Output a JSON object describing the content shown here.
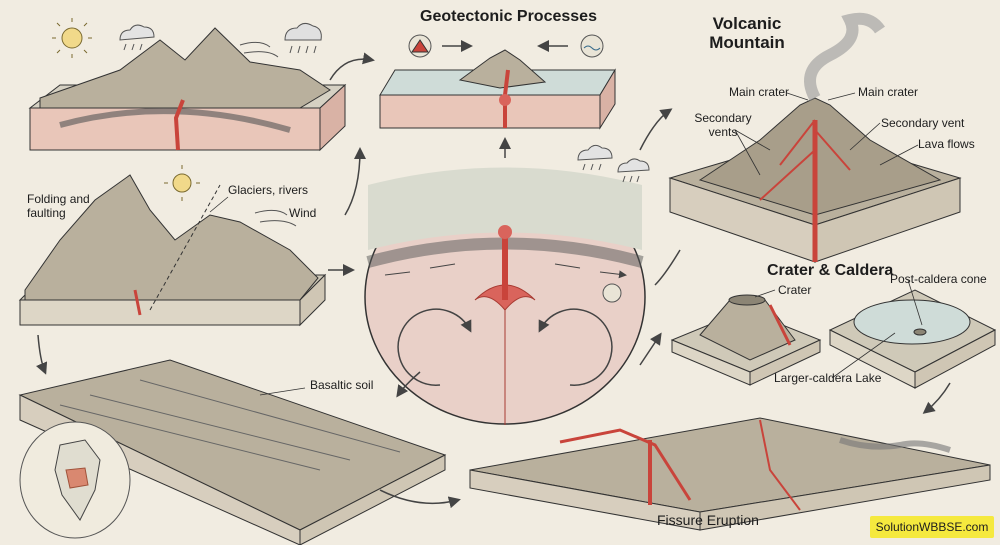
{
  "diagram": {
    "main_title": "Geotectonic Processes",
    "volcanic_title": "Volcanic Mountain",
    "crater_caldera_title": "Crater & Caldera",
    "labels": {
      "folding_faulting": "Folding and faulting",
      "glaciers_rivers": "Glaciers, rivers",
      "wind": "Wind",
      "basaltic_soil": "Basaltic soil",
      "main_crater_left": "Main crater",
      "main_crater_right": "Main crater",
      "secondary_vents": "Secondary vents",
      "secondary_vent": "Secondary vent",
      "lava_flows": "Lava flows",
      "crater": "Crater",
      "post_caldera_cone": "Post-caldera cone",
      "larger_caldera_lake": "Larger-caldera Lake",
      "fissure_eruption": "Fissure Eruption"
    },
    "watermark": "SolutionWBBSE.com",
    "colors": {
      "background": "#f1ece1",
      "magma": "#d9645c",
      "mantle": "#f0c7bd",
      "rock": "#b9b09d",
      "water": "#cfdcd8",
      "badge": "#f5e93e"
    },
    "icons": [
      "sun-icon",
      "rain-cloud-icon",
      "wind-icon",
      "mountain-icon",
      "water-icon",
      "sun-cloud-icon"
    ]
  }
}
